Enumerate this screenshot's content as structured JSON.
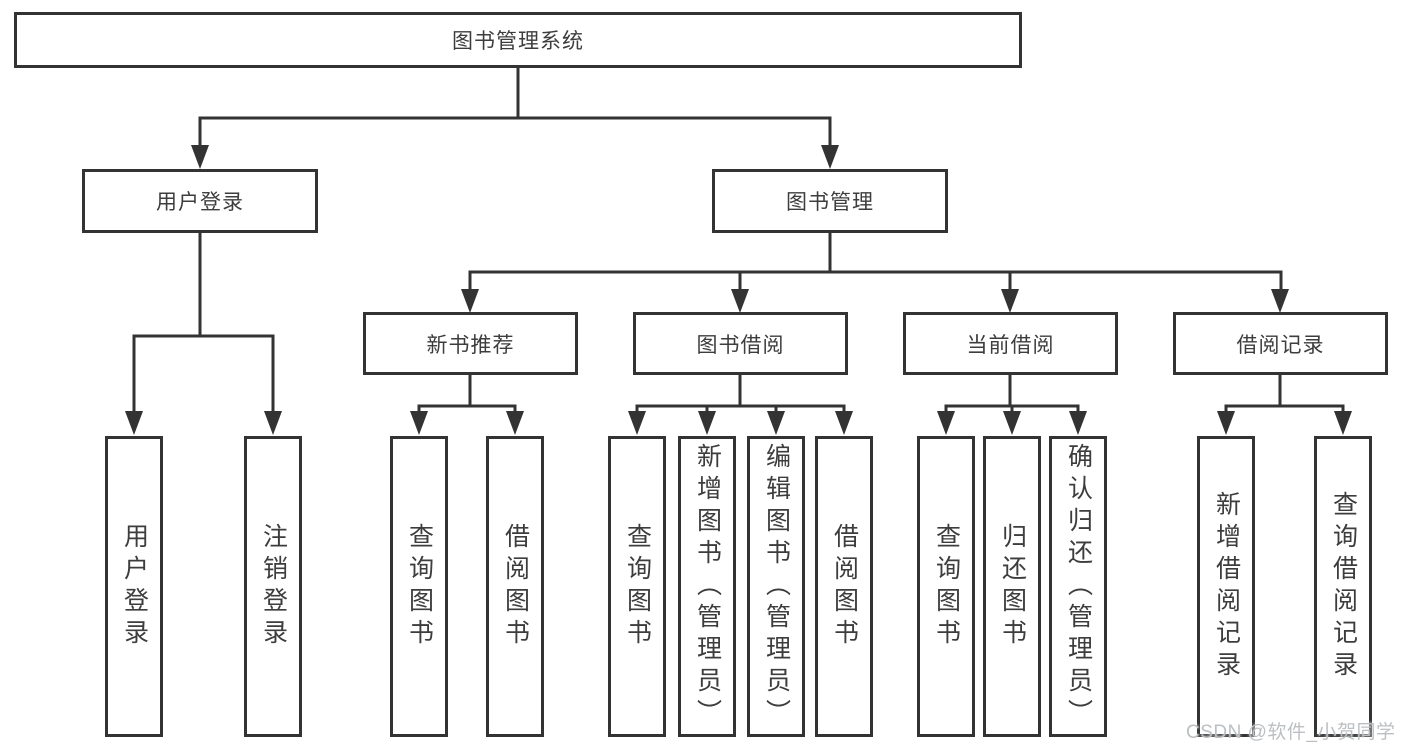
{
  "tree": {
    "label": "图书管理系统",
    "children": [
      {
        "label": "用户登录",
        "children": [
          {
            "label": "用户登录"
          },
          {
            "label": "注销登录"
          }
        ]
      },
      {
        "label": "图书管理",
        "children": [
          {
            "label": "新书推荐",
            "children": [
              {
                "label": "查询图书"
              },
              {
                "label": "借阅图书"
              }
            ]
          },
          {
            "label": "图书借阅",
            "children": [
              {
                "label": "查询图书"
              },
              {
                "label": "新增图书（管理员）"
              },
              {
                "label": "编辑图书（管理员）"
              },
              {
                "label": "借阅图书"
              }
            ]
          },
          {
            "label": "当前借阅",
            "children": [
              {
                "label": "查询图书"
              },
              {
                "label": "归还图书"
              },
              {
                "label": "确认归还（管理员）"
              }
            ]
          },
          {
            "label": "借阅记录",
            "children": [
              {
                "label": "新增借阅记录"
              },
              {
                "label": "查询借阅记录"
              }
            ]
          }
        ]
      }
    ]
  },
  "watermark": "CSDN @软件_小贺同学",
  "colors": {
    "line": "#333333",
    "box_border": "#333333",
    "text": "#3d3d3d",
    "watermark": "#bcc0c3",
    "background": "#ffffff"
  }
}
